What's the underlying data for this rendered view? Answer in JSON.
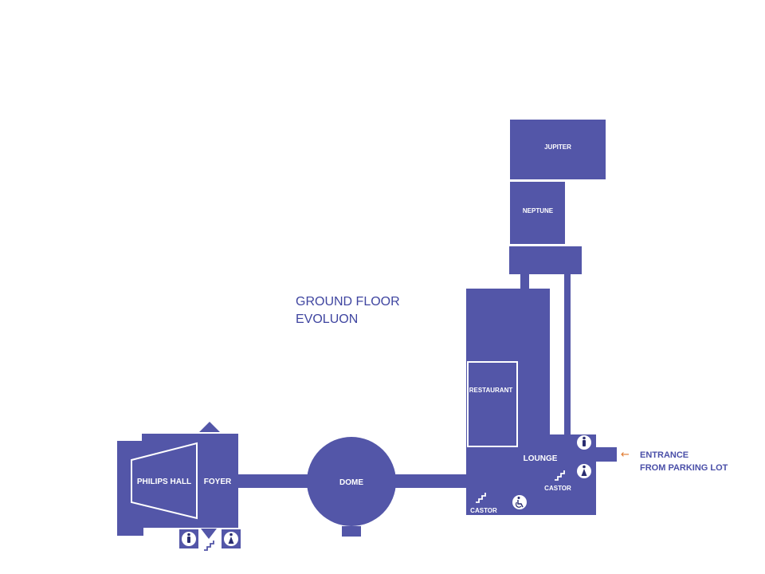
{
  "title": {
    "line1": "GROUND FLOOR",
    "line2": "EVOLUON"
  },
  "rooms": {
    "jupiter": "JUPITER",
    "neptune": "NEPTUNE",
    "restaurant": "RESTAURANT",
    "lounge": "LOUNGE",
    "dome": "DOME",
    "foyer": "FOYER",
    "philips_hall": "PHILIPS HALL",
    "castor_right": "CASTOR",
    "castor_left": "CASTOR"
  },
  "entrance": {
    "arrow": "←",
    "line1": "ENTRANCE",
    "line2": "FROM PARKING LOT"
  },
  "colors": {
    "building": "#5356a8",
    "title": "#3f45a0",
    "arrow": "#e07a2e",
    "background": "#ffffff"
  },
  "icons": [
    "restroom-icon",
    "stairs-icon",
    "wheelchair-icon",
    "arrow-left-icon"
  ]
}
